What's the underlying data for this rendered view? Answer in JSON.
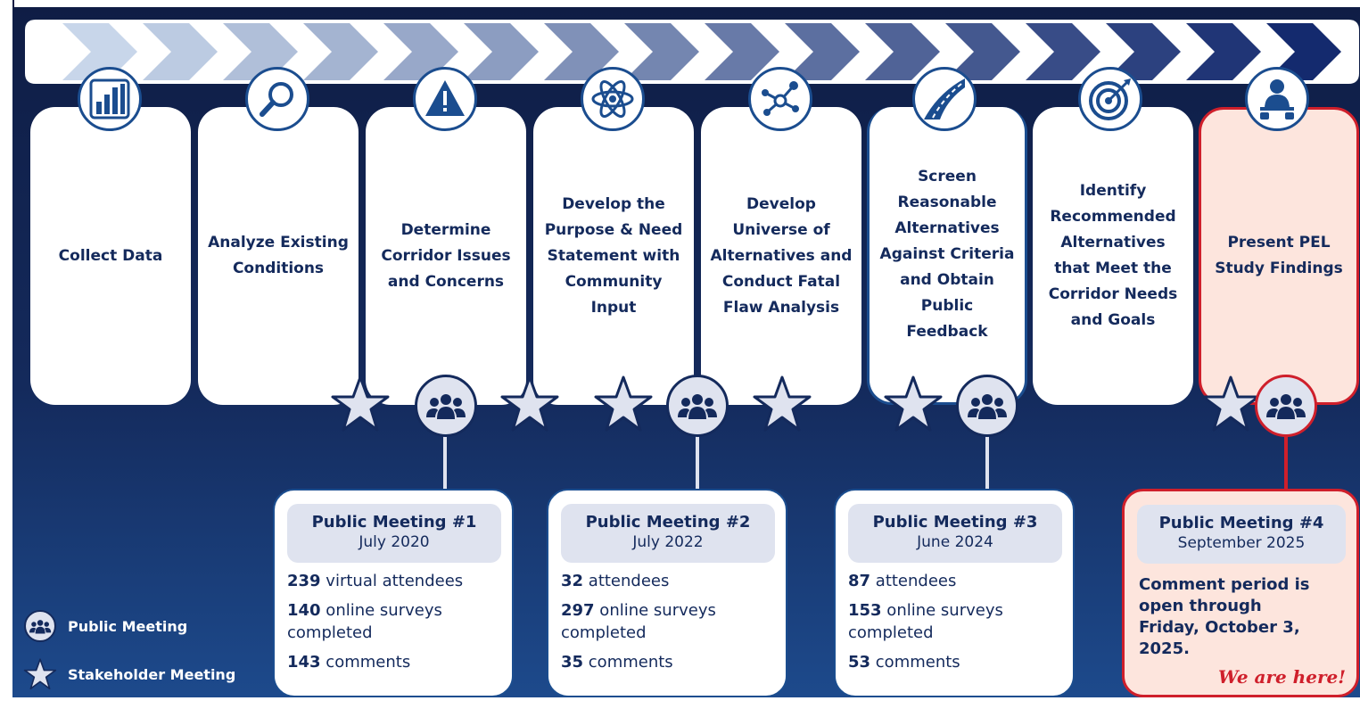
{
  "steps": [
    {
      "label": "Collect Data",
      "icon": "bar-chart-icon"
    },
    {
      "label": "Analyze Existing Conditions",
      "icon": "magnifier-icon"
    },
    {
      "label": "Determine Corridor Issues and Concerns",
      "icon": "warning-icon"
    },
    {
      "label": "Develop the Purpose & Need Statement with Community Input",
      "icon": "atom-icon"
    },
    {
      "label": "Develop Universe of Alternatives and Conduct Fatal Flaw Analysis",
      "icon": "network-icon"
    },
    {
      "label": "Screen Reasonable Alternatives Against Criteria and Obtain Public Feedback",
      "icon": "road-icon"
    },
    {
      "label": "Identify Recommended Alternatives that Meet the Corridor Needs and Goals",
      "icon": "target-icon"
    },
    {
      "label": "Present PEL Study Findings",
      "icon": "presenter-icon"
    }
  ],
  "meetings": [
    {
      "title": "Public Meeting #1",
      "date": "July 2020",
      "stats": [
        {
          "value": "239",
          "text": " virtual attendees"
        },
        {
          "value": "140",
          "text": " online surveys completed"
        },
        {
          "value": "143",
          "text": " comments"
        }
      ]
    },
    {
      "title": "Public Meeting #2",
      "date": "July 2022",
      "stats": [
        {
          "value": "32",
          "text": " attendees"
        },
        {
          "value": "297",
          "text": " online surveys completed"
        },
        {
          "value": "35",
          "text": " comments"
        }
      ]
    },
    {
      "title": "Public Meeting #3",
      "date": "June 2024",
      "stats": [
        {
          "value": "87",
          "text": " attendees"
        },
        {
          "value": "153",
          "text": " online surveys completed"
        },
        {
          "value": "53",
          "text": " comments"
        }
      ]
    },
    {
      "title": "Public Meeting #4",
      "date": "September 2025",
      "note": "Comment period is open through Friday, October 3, 2025.",
      "here": "We are here!"
    }
  ],
  "legend": {
    "public_meeting": "Public Meeting",
    "stakeholder_meeting": "Stakeholder Meeting"
  },
  "colors": {
    "navy": "#142a5c",
    "accent_blue": "#1b4d8f",
    "highlight_red": "#cf1f2b",
    "highlight_fill": "#fde5dd"
  }
}
